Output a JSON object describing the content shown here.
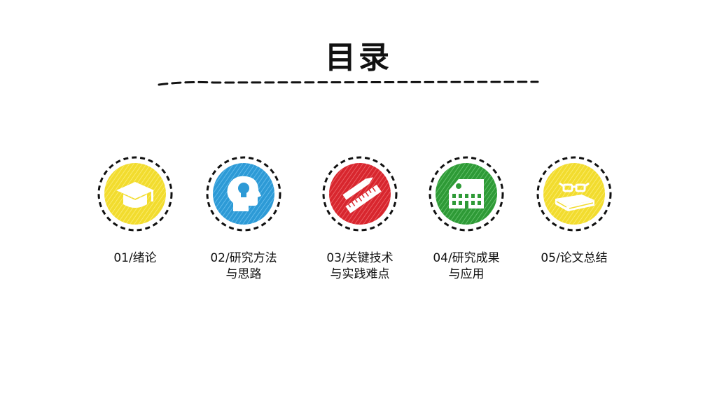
{
  "page": {
    "title": "目录"
  },
  "items": [
    {
      "line1": "01/绪论",
      "line2": "",
      "color": "#f2dc2e",
      "icon": "graduation-cap-icon"
    },
    {
      "line1": "02/研究方法",
      "line2": "与思路",
      "color": "#2d9ad6",
      "icon": "head-lightbulb-icon"
    },
    {
      "line1": "03/关键技术",
      "line2": "与实践难点",
      "color": "#d8262e",
      "icon": "ruler-pencil-icon"
    },
    {
      "line1": "04/研究成果",
      "line2": "与应用",
      "color": "#2e9a36",
      "icon": "school-building-icon"
    },
    {
      "line1": "05/论文总结",
      "line2": "",
      "color": "#f2dc2e",
      "icon": "books-glasses-icon"
    }
  ]
}
